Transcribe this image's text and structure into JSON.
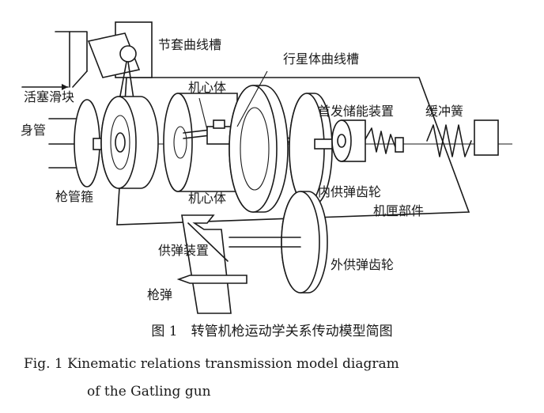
{
  "labels": {
    "jietao_groove": "节套曲线槽",
    "planet_groove": "行星体曲线槽",
    "piston_slider": "活塞滑块",
    "bolt_body_top": "机心体",
    "first_fire_storage": "首发储能装置",
    "buffer_spring": "缓冲簧",
    "barrel": "身管",
    "barrel_clamp": "枪管箍",
    "bolt_body_bottom": "机心体",
    "inner_feed_gear": "内供弹齿轮",
    "receiver_parts": "机匣部件",
    "feed_device": "供弹装置",
    "outer_feed_gear": "外供弹齿轮",
    "cartridge": "枪弹"
  },
  "caption": {
    "zh": "图 1　转管机枪运动学关系传动模型简图",
    "en_line1": "Fig. 1    Kinematic relations transmission model diagram",
    "en_line2": "of the Gatling gun"
  }
}
